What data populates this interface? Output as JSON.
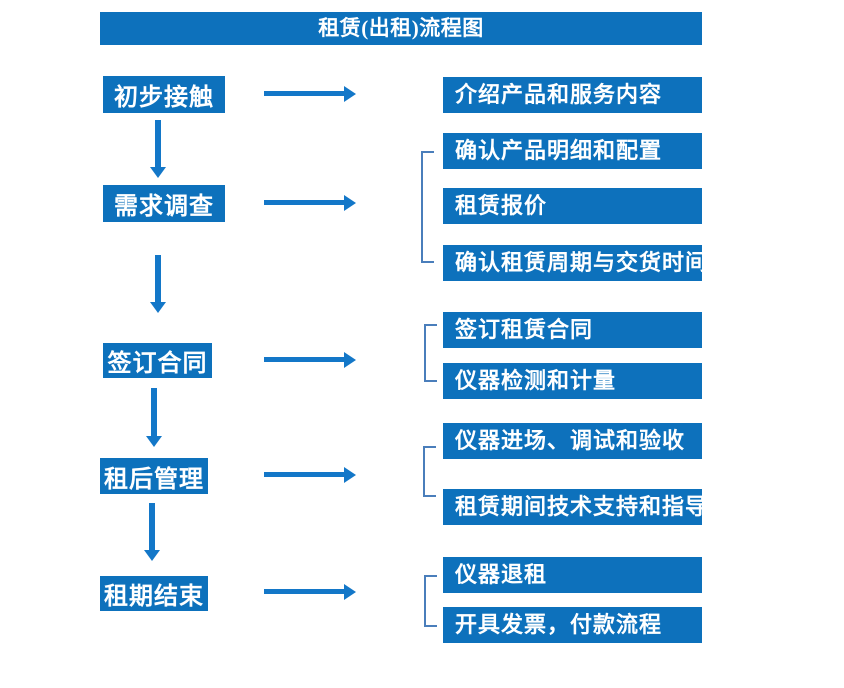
{
  "title": "租赁(出租)流程图",
  "colors": {
    "primary": "#0d71bc",
    "arrow": "#1377c8",
    "bracket": "#4a7ebb",
    "text": "#ffffff"
  },
  "steps": [
    {
      "label": "初步接触",
      "details": [
        "介绍产品和服务内容"
      ]
    },
    {
      "label": "需求调查",
      "details": [
        "确认产品明细和配置",
        "租赁报价",
        "确认租赁周期与交货时间"
      ]
    },
    {
      "label": "签订合同",
      "details": [
        "签订租赁合同",
        "仪器检测和计量"
      ]
    },
    {
      "label": "租后管理",
      "details": [
        "仪器进场、调试和验收",
        "租赁期间技术支持和指导"
      ]
    },
    {
      "label": "租期结束",
      "details": [
        "仪器退租",
        "开具发票，付款流程"
      ]
    }
  ]
}
